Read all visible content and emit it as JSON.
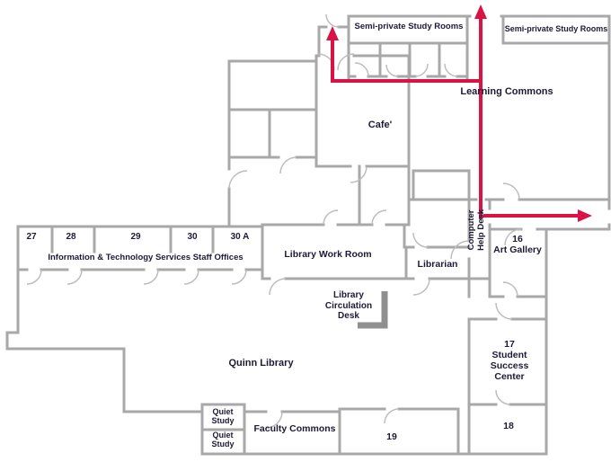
{
  "colors": {
    "wall": "#a8a8a8",
    "arc": "#bdbdbd",
    "route": "#db1345",
    "desk": "#8f8f8f",
    "text": "#1d1a35"
  },
  "rooms": {
    "semi_private_left": "Semi-private Study Rooms",
    "semi_private_right": "Semi-private Study Rooms",
    "learning_commons": "Learning Commons",
    "cafe": "Cafe'",
    "computer_help_desk": "Computer Help Desk",
    "library_work_room": "Library Work Room",
    "librarian": "Librarian",
    "art_gallery_number": "16",
    "art_gallery_name": "Art Gallery",
    "circulation_desk": "Library Circulation Desk",
    "quinn_library": "Quinn Library",
    "student_success_number": "17",
    "student_success_name": "Student Success Center",
    "room_18": "18",
    "room_19": "19",
    "quiet_study_top": "Quiet Study",
    "quiet_study_bottom": "Quiet Study",
    "faculty_commons": "Faculty Commons",
    "office_27": "27",
    "office_28": "28",
    "office_29": "29",
    "office_30": "30",
    "office_30a": "30 A",
    "offices_caption": "Information & Technology Services Staff Offices"
  }
}
